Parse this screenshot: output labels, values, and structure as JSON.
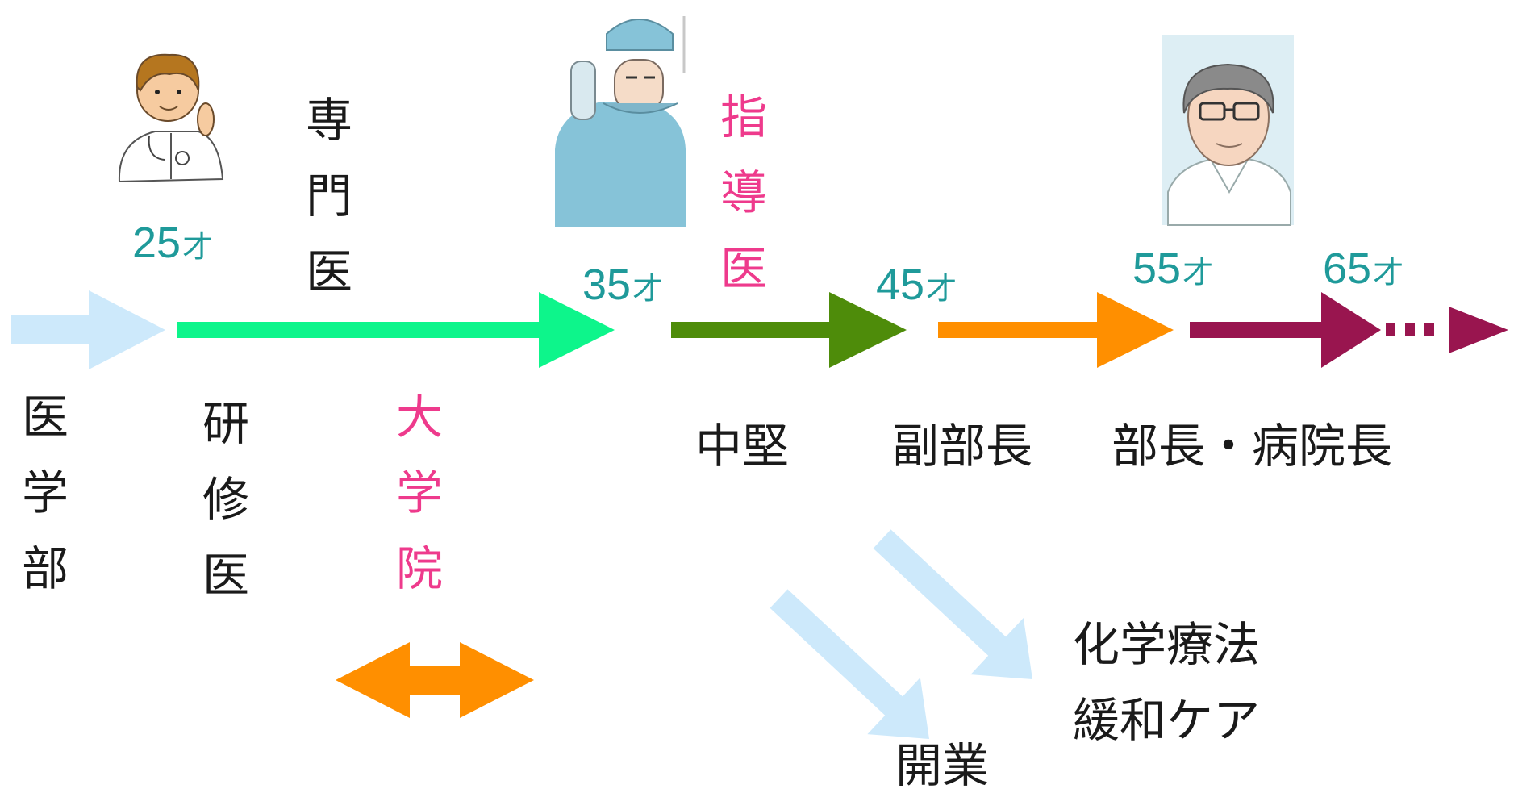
{
  "colors": {
    "light_blue": "#cde9fb",
    "green_bright": "#0df58b",
    "green_dark": "#4e8c0a",
    "orange": "#ff8f00",
    "maroon": "#99154f",
    "age_teal": "#1f9a9a",
    "pink": "#ee3a8c"
  },
  "stages": {
    "medical_school": "医学部",
    "residency": "研修医",
    "specialist": "専門医",
    "graduate_school": "大学院",
    "supervising": "指導医",
    "mid_career": "中堅",
    "vice_director": "副部長",
    "director": "部長・病院長"
  },
  "ages": {
    "a25": {
      "num": "25",
      "unit": "才"
    },
    "a35": {
      "num": "35",
      "unit": "才"
    },
    "a45": {
      "num": "45",
      "unit": "才"
    },
    "a55": {
      "num": "55",
      "unit": "才"
    },
    "a65": {
      "num": "65",
      "unit": "才"
    }
  },
  "branches": {
    "practice": "開業",
    "chemo": "化学療法",
    "palliative": "緩和ケア"
  },
  "icons": [
    "young-doctor-icon",
    "surgeon-icon",
    "senior-doctor-icon"
  ]
}
